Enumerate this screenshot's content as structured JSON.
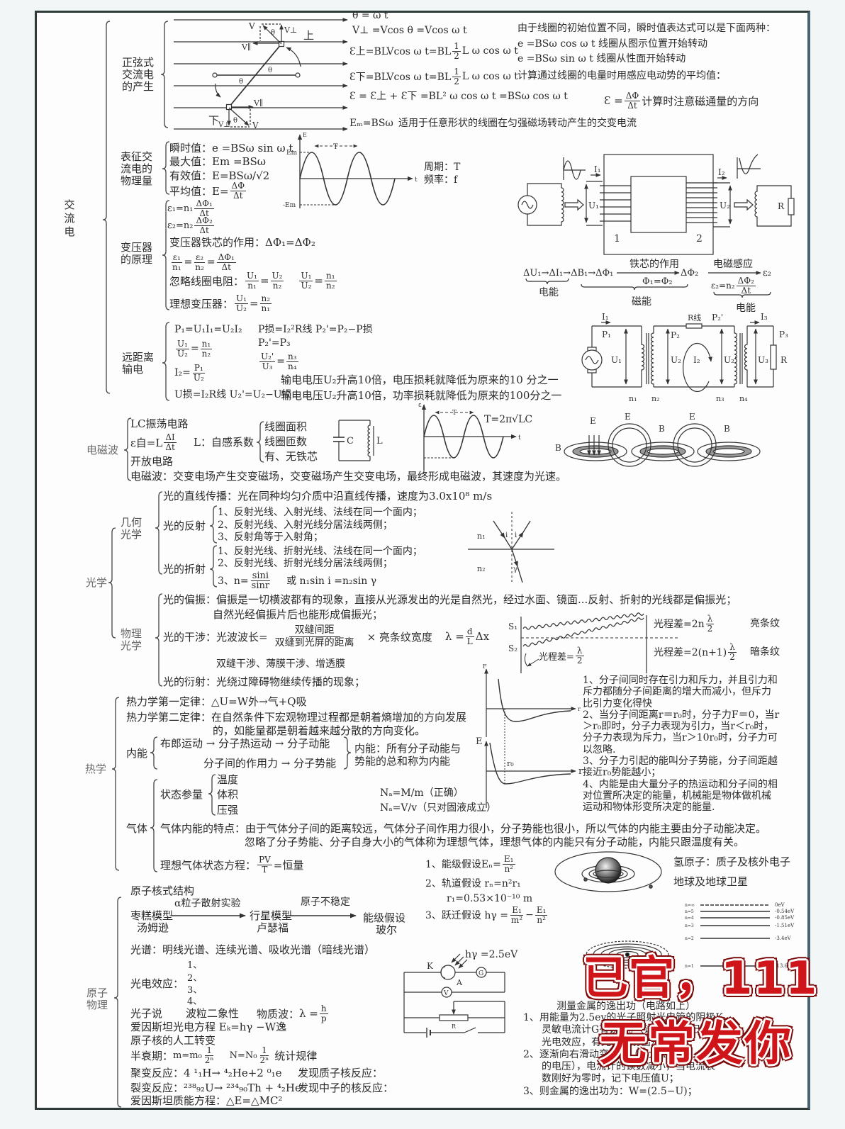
{
  "ac": {
    "title": [
      "交",
      "流",
      "电"
    ],
    "generation": {
      "label": [
        "正弦式",
        "交流电",
        "的产生"
      ],
      "diagram_labels": {
        "v": "V",
        "theta": "θ",
        "v_perp": "V⊥",
        "v_par": "V∥",
        "up": "上",
        "down": "下"
      },
      "theta_eq": "θ = ω t",
      "v_perp_eq": "V⊥ =Vcos θ =Vcos ω t",
      "emf_top": {
        "lhs": "Ɛ上=BLVcos ω t=BL",
        "num": "1",
        "den": "2",
        "rhs": "L ω cos ω t"
      },
      "emf_bottom": {
        "lhs": "Ɛ下=BLVcos ω t=BL",
        "num": "1",
        "den": "2",
        "rhs": "L ω cos ω t"
      },
      "emf_total": "Ɛ = Ɛ上 + Ɛ下 =BL² ω cos ω t =BSω cos ω t",
      "emf_max": "Eₘ=BSω",
      "emf_max_note": "适用于任意形状的线圈在匀强磁场转动产生的交变电流",
      "notes": [
        "由于线圈的初始位置不同，瞬时值表达式可以是下面两种：",
        "e =BSω cos ω t  线圈从图示位置开始转动",
        "e =BSω sin ω t  线圈从性面开始转动",
        "计算通过线圈的电量时用感应电动势的平均值："
      ],
      "avg_emf": {
        "lhs": "Ɛ =",
        "num": "ΔΦ",
        "den": "Δt",
        "note": "计算时注意磁通量的方向"
      }
    },
    "quantities": {
      "label": [
        "表征交",
        "流电的",
        "物理量"
      ],
      "instant": "瞬时值：e =BSω sin ω t",
      "max": "最大值：Em =BSω",
      "rms": "有效值：E=BSω/√2",
      "average": {
        "lhs": "平均值：E=",
        "num": "ΔΦ",
        "den": "Δt"
      },
      "chart": {
        "y_axis": "E",
        "x_axis": "t",
        "max": "Em",
        "min": "-Em",
        "period_marker": "T",
        "period": "周期：T",
        "frequency": "频率：f"
      }
    },
    "transformer": {
      "label": [
        "变压器",
        "的原理"
      ],
      "emf1": {
        "lhs": "ε₁=n₁",
        "num": "ΔΦ₁",
        "den": "Δt"
      },
      "emf2": {
        "lhs": "ε₂=n₂",
        "num": "ΔΦ₂",
        "den": "Δt"
      },
      "core_role": "变压器铁芯的作用：ΔΦ₁=ΔΦ₂",
      "ratio": {
        "a_num": "ε₁",
        "a_den": "n₁",
        "eq": "=",
        "b_num": "ε₂",
        "b_den": "n₂",
        "c_num": "ΔΦ₁",
        "c_den": "Δt"
      },
      "ignore_resistance": {
        "label": "忽略线圈电阻：",
        "eq": "=",
        "a_num": "U₁",
        "a_den": "n₁",
        "b_num": "U₂",
        "b_den": "n₂",
        "c_num": "U₁",
        "c_den": "U₂",
        "d_num": "n₁",
        "d_den": "n₂"
      },
      "ideal": {
        "label": "理想变压器：",
        "eq": "=",
        "a_num": "U₁",
        "a_den": "U₂",
        "b_num": "n₂",
        "b_den": "n₁"
      },
      "diagram_labels": {
        "i1": "I₁",
        "i2": "I₂",
        "u1": "U₁",
        "u2": "U₂",
        "r": "R",
        "coil1": "1",
        "coil2": "2"
      },
      "energy_chain": {
        "start": "ΔU₁→ΔI₁→ΔB₁→ΔΦ₁",
        "core_effect": "铁芯的作用",
        "flux_eq": "Φ₁=Φ₂",
        "flux2": "ΔΦ₂",
        "induction": "电磁感应",
        "emf2": "ε₂",
        "emf2_eq": {
          "lhs": "ε₂=n₂",
          "num": "ΔΦ₂",
          "den": "Δt"
        },
        "energy_labels": [
          "电能",
          "磁能",
          "电能"
        ]
      }
    },
    "transmission": {
      "label": [
        "远距离",
        "输电"
      ],
      "power": "P₁=U₁I₁=U₂I₂",
      "ratio": {
        "a_num": "U₁",
        "a_den": "U₂",
        "eq": "=",
        "b_num": "n₁",
        "b_den": "n₂"
      },
      "current": {
        "lhs": "I₂=",
        "num": "P₁",
        "den": "U₂"
      },
      "voltage_loss": "U损=I₂R线   U₂'=U₂−U损",
      "power_loss": "P损=I₂²R线  P₂'=P₂−P损",
      "power_balance": "P₂'=P₃",
      "ratio2": {
        "a_num": "U₂'",
        "a_den": "U₃",
        "eq": "=",
        "b_num": "n₃",
        "b_den": "n₄"
      },
      "notes": [
        "输电电压U₂升高10倍，电压损耗就降低为原来的10 分之一",
        "输电电压U₂升高10倍，功率损耗就降低为原来的100分之一"
      ],
      "diagram_labels": {
        "i1": "I₁",
        "p1": "P₁",
        "u1": "U₁",
        "r_line": "R线",
        "p2_prime": "P₂'",
        "p2": "P₂",
        "u2": "U₂",
        "i2": "I₂",
        "u2_prime": "U₂'",
        "i3": "I₃",
        "p3": "P₃",
        "u3": "U₃",
        "r": "R",
        "n1": "n₁",
        "n2": "n₂",
        "n3": "n₃",
        "n4": "n₄"
      }
    }
  },
  "em_wave": {
    "label": "电磁波",
    "lc_circuit": "LC振荡电路",
    "self_emf": {
      "lhs": "ε自=L",
      "num": "ΔI",
      "den": "Δt"
    },
    "open_circuit": "开放电路",
    "summary": "电磁波：交变电场产生交变磁场，交变磁场产生交变电场，最终形成电磁波，其速度为光速。",
    "inductance": "L：自感系数",
    "inductance_factors": [
      "线圈面积",
      "线圈匝数",
      "有、无铁芯"
    ],
    "circuit_labels": {
      "c": "C",
      "l": "L"
    },
    "chart": {
      "y_axis": "ε",
      "x_axis": "t",
      "period_marker": "T",
      "period_formula": "T=2π√LC"
    },
    "field_labels": {
      "e": "E",
      "b": "B"
    }
  },
  "optics": {
    "label": "光学",
    "geometric": {
      "label": [
        "几何",
        "光学"
      ],
      "rectilinear": "光的直线传播：光在同种均匀介质中沿直线传播，速度为3.0x10⁸ m/s",
      "reflection": {
        "label": "光的反射",
        "rules": [
          "1、反射光线、入射光线、法线在同一个面内；",
          "2、反射光线、入射光线分居法线两侧；",
          "3、反射角等于入射角；"
        ]
      },
      "refraction": {
        "label": "光的折射",
        "rules": [
          "1、反射光线、折射光线、法线在同一个面内；",
          "2、反射光线、折射光线分居法线两侧；"
        ],
        "rule3": {
          "lhs": "3、n=",
          "num": "sini",
          "den": "sinr",
          "rhs": "或 n₁sin i =n₂sin γ"
        }
      },
      "diagram_labels": {
        "n1": "n₁",
        "n2": "n₂",
        "i": "i",
        "r": "γ"
      }
    },
    "physical": {
      "label": [
        "物理",
        "光学"
      ],
      "polarization": "光的偏振：偏振是一切横波都有的现象，直接从光源发出的光是自然光，经过水面、镜面...反射、折射的光线都是偏振光；",
      "polarization2": "自然光经偏振片后也能形成偏振光；",
      "interference": {
        "label": "光的干涉：光波波长=",
        "num": "双缝间距",
        "den": "双缝到光屏的距离",
        "times": "×  亮条纹宽度",
        "lambda_lhs": "λ =",
        "lambda_num": "d",
        "lambda_den": "L",
        "lambda_rhs": "Δx"
      },
      "interference_types": "双缝干涉、薄膜干涉、增透膜",
      "diffraction": "光的衍射：光绕过障碍物继续传播的现象；",
      "diagram": {
        "s1": "S₁",
        "s2": "S₂",
        "path_half": {
          "lhs": "光程差=",
          "num": "λ",
          "den": "2"
        },
        "bright": {
          "lhs": "光程差=2n",
          "num": "λ",
          "den": "2",
          "label": "亮条纹"
        },
        "dark": {
          "lhs": "光程差=2(n+1)",
          "num": "λ",
          "den": "2",
          "label": "暗条纹"
        }
      }
    }
  },
  "thermo": {
    "label": "热学",
    "first_law": "热力学第一定律：△U=W外→气+Q吸",
    "second_law": [
      "热力学第二定律：在自然条件下宏观物理过程都是朝着熵增加的方向发展",
      "的，如能量都是朝着越来越分散的方向变化。"
    ],
    "internal_energy": {
      "label": "内能",
      "row1": "布郎运动 → 分子热运动 → 分子动能",
      "row2": "分子间的作用力 → 分子势能",
      "definition": [
        "内能：所有分子动能与",
        "势能的总和称为内能"
      ]
    },
    "gas": {
      "label": "气体",
      "state_params": {
        "label": "状态参量",
        "items": [
          "温度",
          "体积",
          "压强"
        ]
      },
      "avogadro": [
        "Nₐ=M/m（正确）",
        "Nₐ=V/v（只对固液成立）"
      ],
      "internal_energy": [
        "气体内能的特点：由于气体分子间的距离较远，气体分子间作用力很小，分子势能也很小，所以气体的内能主要由分子动能决定。",
        "忽略了分子势能、分子自身大小的气体称为理想气体，理想气体的内能只有分子动能，内能只跟温度有关。"
      ],
      "ideal_gas": {
        "lhs": "理想气体状态方程：",
        "num": "PV",
        "den": "T",
        "rhs": "=恒量"
      }
    },
    "graph_labels": {
      "f": "F",
      "e": "E",
      "r": "r",
      "r0": "r₀"
    },
    "molecular_notes": [
      "1、分子间同时存在引力和斥力，并且引力和",
      "斥力都随分子间距离的增大而减小，但斥力",
      "比引力变化得快",
      "2、当分子间距离r＝r₀时，分子力F＝0，当r",
      "＞r₀即时，分子力表现为引力，当r＜r₀时，",
      "分子力表现为斥力，当r＞10r₀时，分子力可",
      "以忽略.",
      "3、分子力引起的能叫分子势能，分子间距越",
      "接近r₀势能越小；",
      "4、内能是由大量分子的热运动和分子间的相",
      "对位置所决定的能量，机械能是物体做机械",
      "运动和物体形变所决定的能量."
    ]
  },
  "atomic": {
    "label": [
      "原子",
      "物理"
    ],
    "nuclear_structure": "原子核式结构",
    "models": [
      {
        "name": "枣糕模型",
        "person": "汤姆逊"
      },
      {
        "name": "行星模型",
        "person": "卢瑟福"
      },
      {
        "name": "能级假设",
        "person": "玻尔"
      }
    ],
    "transitions": [
      "α粒子散射实验",
      "原子不稳定"
    ],
    "bohr": {
      "energy": {
        "lhs": "1、能级假设Eₙ=",
        "num": "E₁",
        "den": "n²"
      },
      "orbit": "2、轨道假设  rₙ=n²r₁",
      "r1": "r₁=0.53×10⁻¹⁰ m",
      "jump": {
        "lhs": "3、跃迁假设  hγ =",
        "a_num": "E₁",
        "a_den": "m²",
        "minus": "−",
        "b_num": "E₁",
        "b_den": "n²"
      }
    },
    "analogy": [
      "氢原子：质子及核外电子",
      "地球及地球卫星"
    ],
    "energy_levels": [
      {
        "n": "n=∞",
        "e": "0eV"
      },
      {
        "n": "n=5",
        "e": "-0.54eV"
      },
      {
        "n": "n=4",
        "e": "-0.85eV"
      },
      {
        "n": "n=3",
        "e": "-1.51eV"
      },
      {
        "n": "n=2",
        "e": "-3.4eV"
      },
      {
        "n": "n=1",
        "e": "-13.6eV"
      }
    ],
    "spectrum": "光谱：明线光谱、连续光谱、吸收光谱（暗线光谱）",
    "photoelectric": {
      "label": "光电效应：",
      "items": [
        "1、",
        "2、",
        "3、",
        "4、"
      ]
    },
    "photon": {
      "theory": "光子说",
      "duality": "波粒二象性",
      "matter_wave": "物质波：",
      "lambda_lhs": "λ =",
      "num": "h",
      "den": "p"
    },
    "einstein_pe": "爱因斯坦光电方程  Eₖ=hγ −W逸",
    "transmutation": "原子核的人工转变",
    "half_life": {
      "label": "半衰期：",
      "m_lhs": "m=m₀",
      "n_lhs": "N=N₀",
      "num": "1",
      "den": "2ⁿ",
      "note": "统计规律"
    },
    "fusion": "聚变反应：4 ¹₁H→ ⁴₂He+2 ⁰₁e",
    "fission": "裂变反应：²³⁸₉₂U→ ²³⁴₉₀Th + ⁴₂He",
    "proton_discovery": "发现质子核反应：",
    "neutron_discovery": "发现中子的核反应：",
    "mass_energy": "爱因斯坦质能方程：△E=△MC²",
    "circuit": {
      "photon": "hγ =2.5eV",
      "k": "K",
      "a": "A",
      "g": "G",
      "v": "V",
      "r": "R"
    },
    "work_function": {
      "title": "测量金属的逸出功（电路如上）",
      "lines": [
        "1、用能量为2.5ev的光子照射光电管的阴极K，",
        "灵敏电流计G有读数。（说明阴极K已经产生",
        "光电效应，有光电子射出）",
        "2、逐渐向右滑动变阻器（增大A、K间",
        "的电压），电流计的读数减小，当电流表",
        "数刚好为零时，记下电压值U；",
        "3、则金属的逸出功为：W=(2.5−U)；"
      ]
    }
  },
  "watermark": {
    "line1": "已官，111",
    "line2": "无常发你"
  },
  "colors": {
    "frame": "#2f3a3a",
    "frame_right": "#4a6370",
    "text": "#2a2a2a",
    "watermark": "#cf1519",
    "background": "#f2f6f6"
  }
}
